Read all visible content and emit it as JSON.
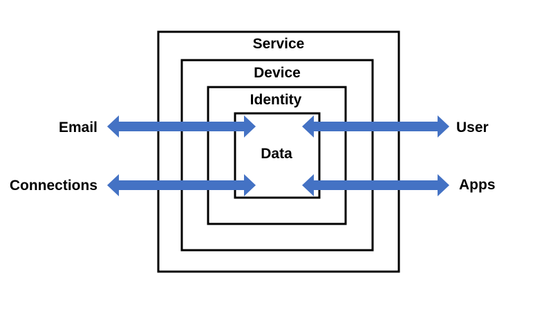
{
  "layers": {
    "service": "Service",
    "device": "Device",
    "identity": "Identity",
    "data": "Data"
  },
  "endpoints": {
    "email": "Email",
    "connections": "Connections",
    "user": "User",
    "apps": "Apps"
  },
  "colors": {
    "arrow": "#4472C4",
    "border": "#000000",
    "background": "#FFFFFF"
  }
}
